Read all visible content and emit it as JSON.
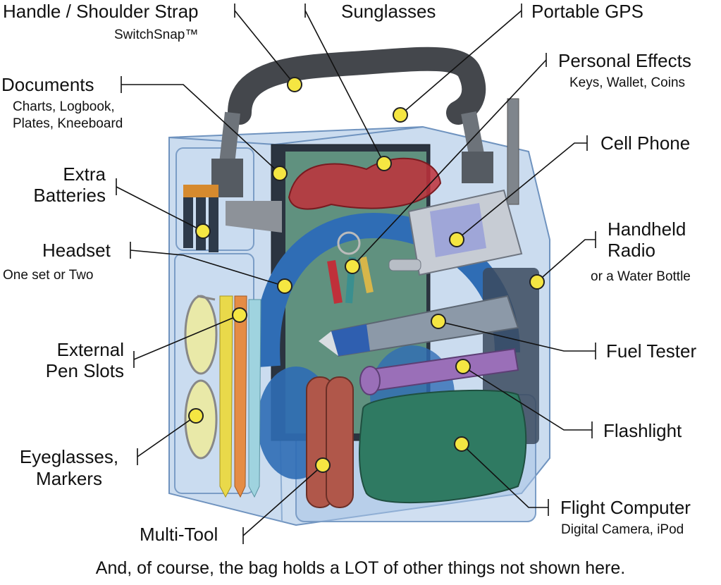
{
  "labels": {
    "handle": {
      "title": "Handle / Shoulder Strap",
      "sub": "SwitchSnap™"
    },
    "sunglasses": {
      "title": "Sunglasses"
    },
    "gps": {
      "title": "Portable GPS"
    },
    "personal": {
      "title": "Personal Effects",
      "sub": "Keys, Wallet, Coins"
    },
    "documents": {
      "title": "Documents",
      "sub1": "Charts,  Logbook,",
      "sub2": "Plates, Kneeboard"
    },
    "cell": {
      "title": "Cell Phone"
    },
    "batteries": {
      "line1": "Extra",
      "line2": "Batteries"
    },
    "radio": {
      "line1": "Handheld",
      "line2": "Radio",
      "sub": "or a Water Bottle"
    },
    "headset": {
      "title": "Headset",
      "sub": "One set or Two"
    },
    "pens": {
      "line1": "External",
      "line2": "Pen Slots"
    },
    "fuel": {
      "title": "Fuel Tester"
    },
    "flashlight": {
      "title": "Flashlight"
    },
    "eyeglasses": {
      "line1": "Eyeglasses,",
      "line2": "Markers"
    },
    "flightcomputer": {
      "title": "Flight Computer",
      "sub": "Digital Camera, iPod"
    },
    "multitool": {
      "title": "Multi-Tool"
    }
  },
  "footer": "And, of course, the bag holds a LOT of other things not shown here.",
  "colors": {
    "marker": "#f5e642",
    "bag": "#a9c4e4",
    "bag_edge": "#6f93bf",
    "handle": "#4a4d52",
    "sunglasses": "#c0303a",
    "headset": "#2f6db5",
    "fuel_tester": "#8c99a8",
    "flashlight": "#9a6fb8",
    "flight_computer": "#2f7a62",
    "multitool": "#b0574a"
  }
}
